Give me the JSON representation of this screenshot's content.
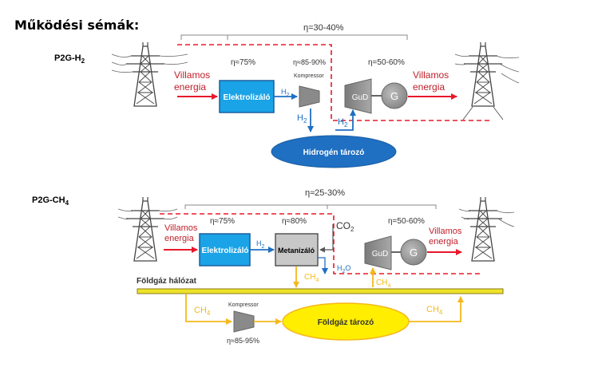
{
  "heading": "Működési sémák:",
  "p2g_h2": {
    "label": "P2G-H",
    "label_sub": "2",
    "eta_total": "η=30-40%",
    "eta_electrolyzer": "η≈75%",
    "eta_compressor": "η≈85-90%",
    "eta_gud": "η=50-60%",
    "input_label_1": "Villamos",
    "input_label_2": "energia",
    "output_label_1": "Villamos",
    "output_label_2": "energia",
    "electrolyzer": "Elektrolizáló",
    "compressor": "Kompressor",
    "h2_down": "H",
    "h2_down_sub": "2",
    "h2_right": "H",
    "h2_right_sub": "2",
    "h2_up": "H",
    "h2_up_sub": "2",
    "gud": "GuD",
    "generator": "G",
    "storage": "Hidrogén tározó"
  },
  "p2g_ch4": {
    "label": "P2G-CH",
    "label_sub": "4",
    "eta_total": "η≈25-30%",
    "eta_electrolyzer": "η≈75%",
    "eta_methanizer": "η≈80%",
    "eta_gud": "η=50-60%",
    "input_label_1": "Villamos",
    "input_label_2": "energia",
    "output_label_1": "Villamos",
    "output_label_2": "energia",
    "electrolyzer": "Elektrolizáló",
    "methanizer": "Metanizáló",
    "h2": "H",
    "h2_sub": "2",
    "co2": "CO",
    "co2_sub": "2",
    "h2o": "H",
    "h2o_sub": "2",
    "h2o_end": "O",
    "ch4_down": "CH",
    "ch4_down_sub": "4",
    "ch4_up": "CH",
    "ch4_up_sub": "4",
    "gud": "GuD",
    "generator": "G",
    "grid": "Földgáz hálózat",
    "ch4_left": "CH",
    "ch4_left_sub": "4",
    "ch4_right": "CH",
    "ch4_right_sub": "4",
    "compressor": "Kompressor",
    "eta_compressor": "η≈85-95%",
    "storage": "Földgáz tározó"
  },
  "colors": {
    "red": "#e8182a",
    "blue": "#1f6fc2",
    "cyan_box": "#1aa3e6",
    "orange": "#f5b81c",
    "yellow_fill": "#ffee00",
    "grey_box": "#c8c8c8",
    "dark_grey": "#8a8a8a",
    "red_text": "#c0202a"
  },
  "icons": [
    "power-pylon-icon",
    "compressor-icon",
    "turbine-icon",
    "generator-icon"
  ]
}
